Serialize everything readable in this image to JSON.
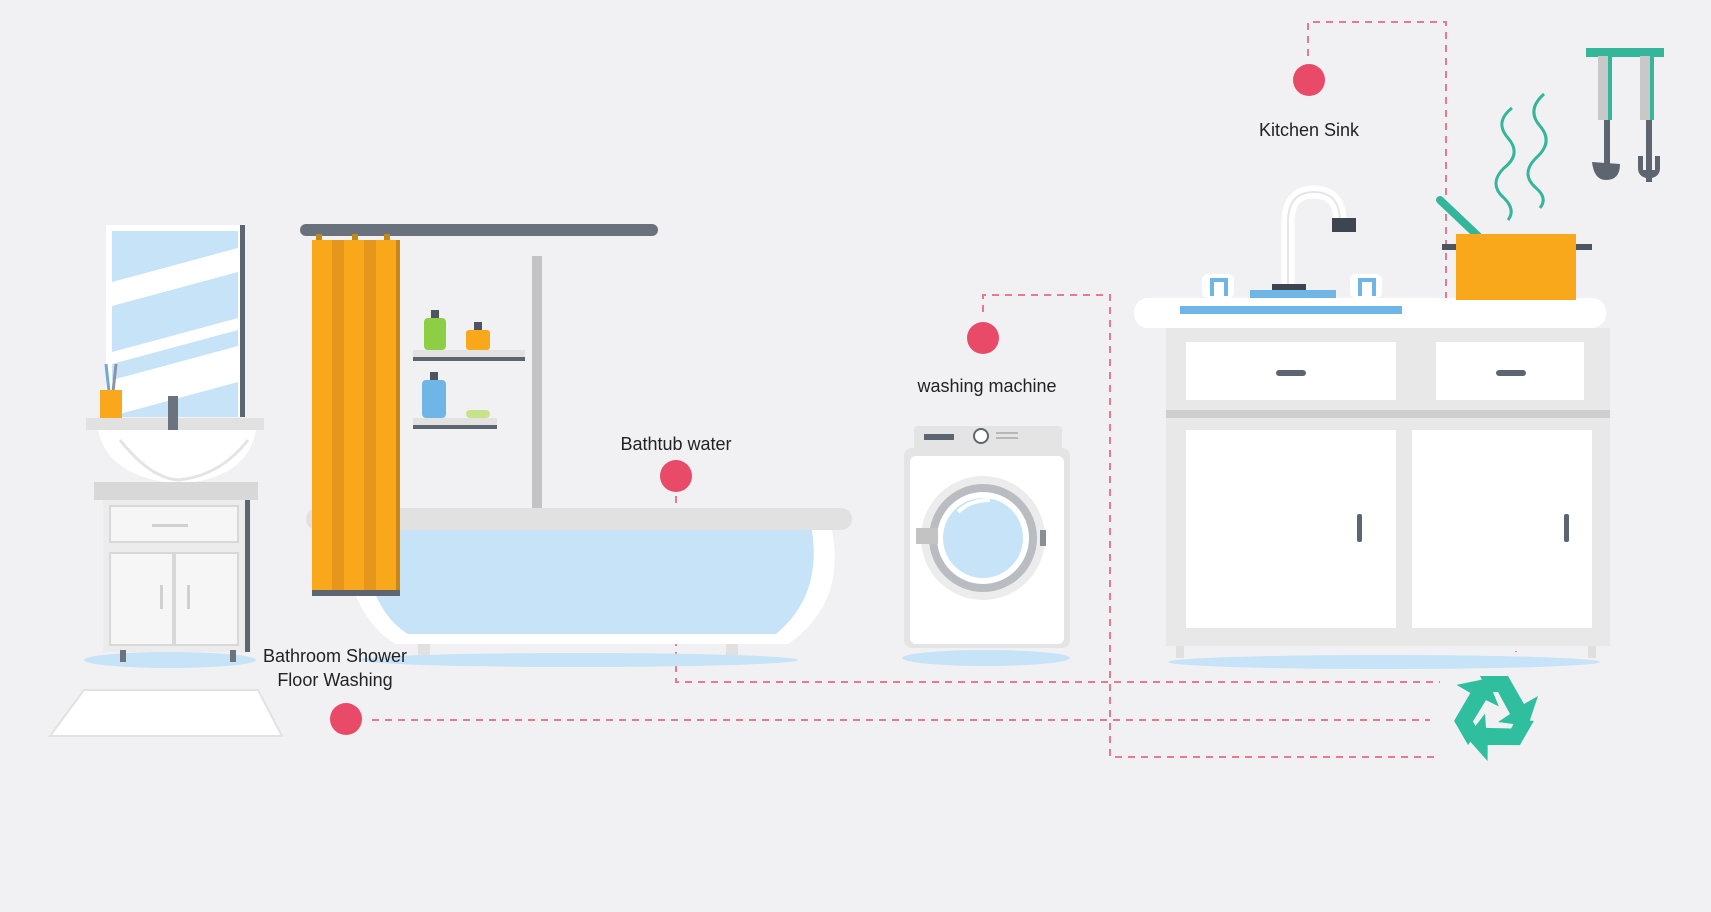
{
  "labels": {
    "kitchen_sink": "Kitchen Sink",
    "washing_machine": "washing machine",
    "bathtub_water": "Bathtub water",
    "bathroom_shower": "Bathroom Shower",
    "floor_washing": "Floor Washing"
  },
  "colors": {
    "background": "#f1f1f3",
    "dot": "#e84a68",
    "dashed_line": "#e77a8e",
    "recycle": "#2fbf9f",
    "curtain": "#f9a81b",
    "water": "#c6e3f7",
    "fixture": "#ffffff",
    "shadow": "#dedede"
  },
  "icons": [
    "recycle-icon",
    "steam-icon",
    "utensils-icon"
  ]
}
